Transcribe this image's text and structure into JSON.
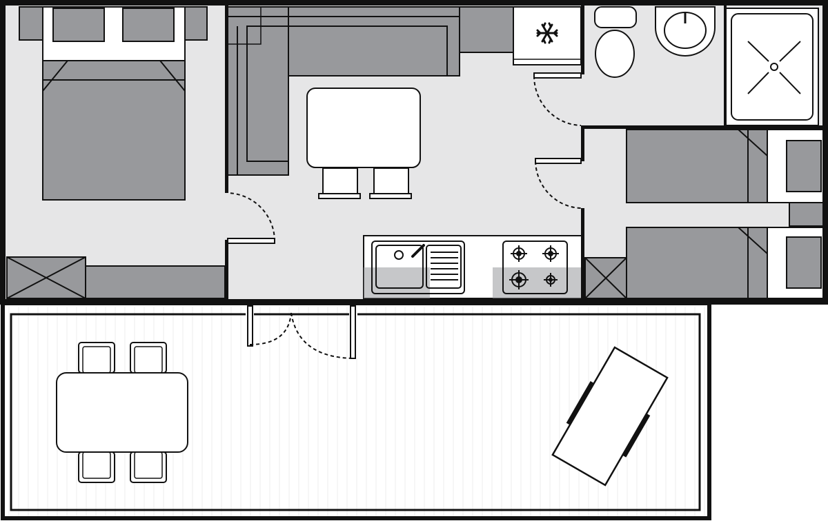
{
  "colors": {
    "wall": "#111111",
    "floor": "#e6e6e7",
    "furniture": "#98999c",
    "fixture": "#ffffff",
    "terrace_floor": "#ffffff",
    "terrace_stripe": "#ececec"
  },
  "rooms": [
    {
      "id": "master-bedroom",
      "furniture": [
        "double-bed",
        "nightstand-left",
        "nightstand-right",
        "wardrobe",
        "storage-unit"
      ]
    },
    {
      "id": "living-kitchen",
      "furniture": [
        "l-shaped-sofa",
        "dining-table",
        "stool-left",
        "stool-right",
        "kitchen-counter",
        "sink",
        "gas-hob",
        "fridge"
      ]
    },
    {
      "id": "bathroom",
      "furniture": [
        "toilet",
        "washbasin",
        "shower-tray"
      ]
    },
    {
      "id": "twin-bedroom",
      "furniture": [
        "single-bed-upper",
        "single-bed-lower",
        "wardrobe"
      ]
    },
    {
      "id": "terrace",
      "furniture": [
        "outdoor-table",
        "chairs",
        "sun-lounger"
      ]
    }
  ],
  "icons": {
    "fridge": "snowflake-icon",
    "shower": "shower-drain-icon",
    "hob": "burner-icon"
  },
  "doors": [
    "bedroom-door",
    "bathroom-door",
    "twin-bedroom-door",
    "terrace-double-door"
  ]
}
